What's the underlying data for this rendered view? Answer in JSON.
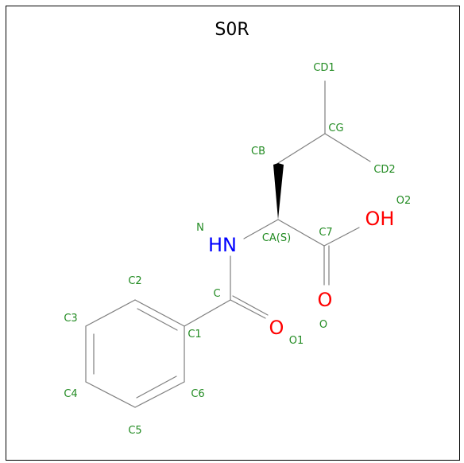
{
  "title": "S0R",
  "colors": {
    "bond": "#7f7f7f",
    "label": "#228b22",
    "oxygen": "#ff0000",
    "nitrogen": "#0000ff"
  },
  "atom_labels": {
    "CD1": "CD1",
    "CG": "CG",
    "CD2": "CD2",
    "CB": "CB",
    "O2": "O2",
    "N": "N",
    "CA": "CA(S)",
    "C7": "C7",
    "C2": "C2",
    "C": "C",
    "C3": "C3",
    "C1": "C1",
    "O1": "O1",
    "O": "O",
    "C4": "C4",
    "C6": "C6",
    "C5": "C5"
  },
  "heteroatoms": {
    "NH": "HN",
    "OH": "OH",
    "O_acid": "O",
    "O_amide": "O"
  }
}
